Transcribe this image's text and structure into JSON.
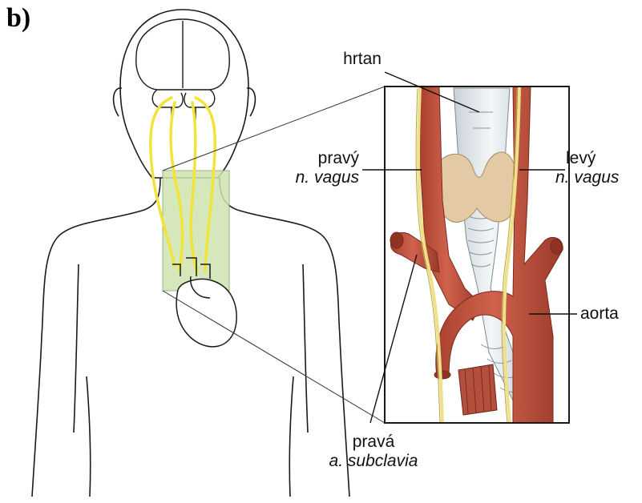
{
  "panel_label": "b)",
  "labels": {
    "larynx": "hrtan",
    "right_vagus": {
      "line1": "pravý",
      "line2": "n. vagus"
    },
    "left_vagus": {
      "line1": "levý",
      "line2": "n. vagus"
    },
    "aorta": "aorta",
    "right_subclavia": {
      "line1": "pravá",
      "line2": "a. subclavia"
    }
  },
  "colors": {
    "outline": "#1a1a1a",
    "nerve": "#f2e33a",
    "highlight_box": "#cfe3b0",
    "artery": "#c0503e",
    "artery_dark": "#8f3425",
    "thyroid": "#e3c9a4",
    "trachea": "#e8edf0"
  }
}
